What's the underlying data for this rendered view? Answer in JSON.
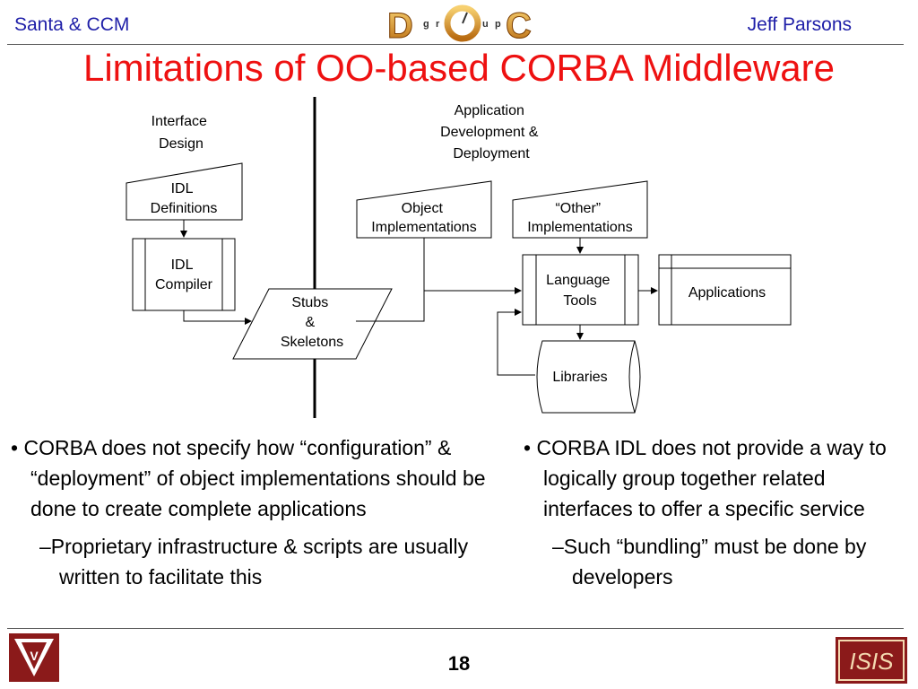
{
  "header": {
    "left": "Santa & CCM",
    "right": "Jeff Parsons",
    "logo_letters": [
      "D",
      "g",
      "r",
      "O",
      "u",
      "p",
      "C"
    ]
  },
  "title": "Limitations of OO-based CORBA Middleware",
  "diagram": {
    "interface_design": [
      "Interface",
      "Design"
    ],
    "app_dev": [
      "Application",
      "Development &",
      "Deployment"
    ],
    "idl_definitions": [
      "IDL",
      "Definitions"
    ],
    "idl_compiler": [
      "IDL",
      "Compiler"
    ],
    "stubs": [
      "Stubs",
      "&",
      "Skeletons"
    ],
    "object_impl": [
      "Object",
      "Implementations"
    ],
    "other_impl": [
      "“Other”",
      "Implementations"
    ],
    "language_tools": [
      "Language",
      "Tools"
    ],
    "applications": "Applications",
    "libraries": "Libraries"
  },
  "left_column": {
    "bullet": "CORBA does not specify how “configuration” & “deployment” of object implementations should be done to create complete applications",
    "sub": "Proprietary infrastructure & scripts are usually written to facilitate this"
  },
  "right_column": {
    "bullet": "CORBA IDL does not provide a way to logically group together related interfaces to offer a specific service",
    "sub": "Such “bundling” must be done by developers"
  },
  "footer": {
    "page": "18",
    "left_logo_text": "V",
    "right_logo_text": "ISIS"
  },
  "colors": {
    "header_blue": "#1f1fa8",
    "title_red": "#ee1111",
    "logo_red": "#8b1a1a"
  }
}
